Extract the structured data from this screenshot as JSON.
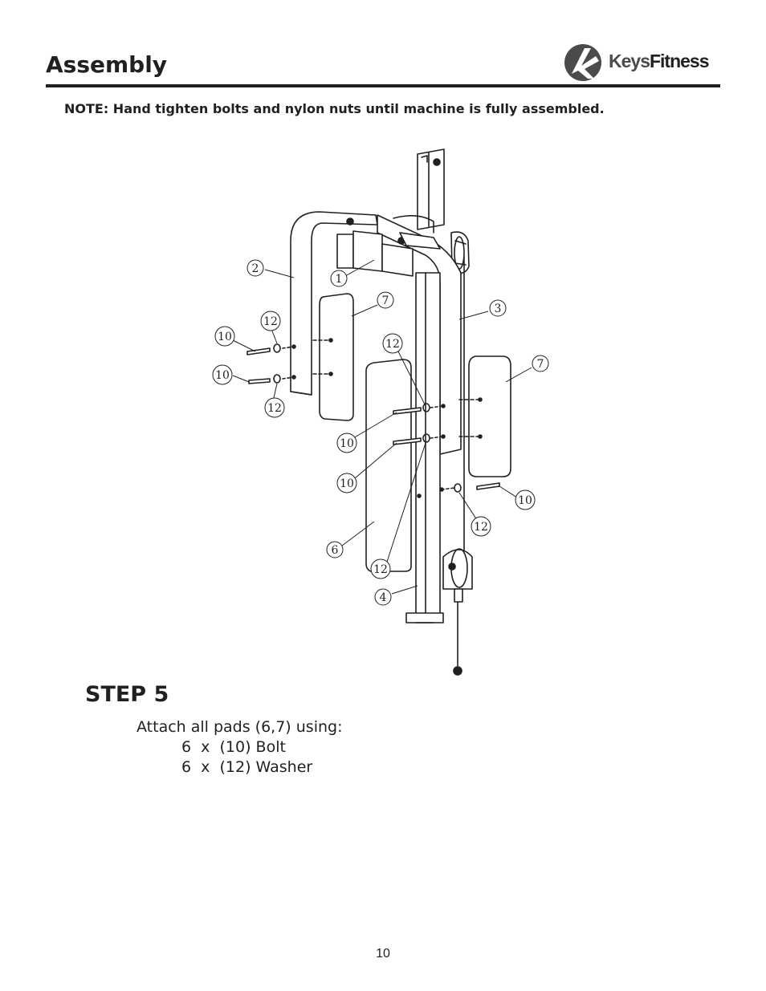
{
  "header": {
    "title": "Assembly",
    "logo": {
      "light": "Keys",
      "heavy": "Fitness"
    }
  },
  "note": "NOTE:  Hand tighten bolts and nylon nuts until machine is fully assembled.",
  "diagram": {
    "callouts": {
      "c1": "1",
      "c2": "2",
      "c3": "3",
      "c4": "4",
      "c6": "6",
      "c7a": "7",
      "c7b": "7",
      "c10a": "10",
      "c10b": "10",
      "c10c": "10",
      "c10d": "10",
      "c10e": "10",
      "c12a": "12",
      "c12b": "12",
      "c12c": "12",
      "c12d": "12",
      "c12e": "12"
    }
  },
  "step": {
    "title": "STEP 5",
    "lines": [
      "Attach all pads (6,7) using:",
      "6  x  (10) Bolt",
      "6  x  (12) Washer"
    ]
  },
  "page_number": "10",
  "colors": {
    "ink": "#231f20",
    "logo_gray": "#4b4b4d"
  }
}
